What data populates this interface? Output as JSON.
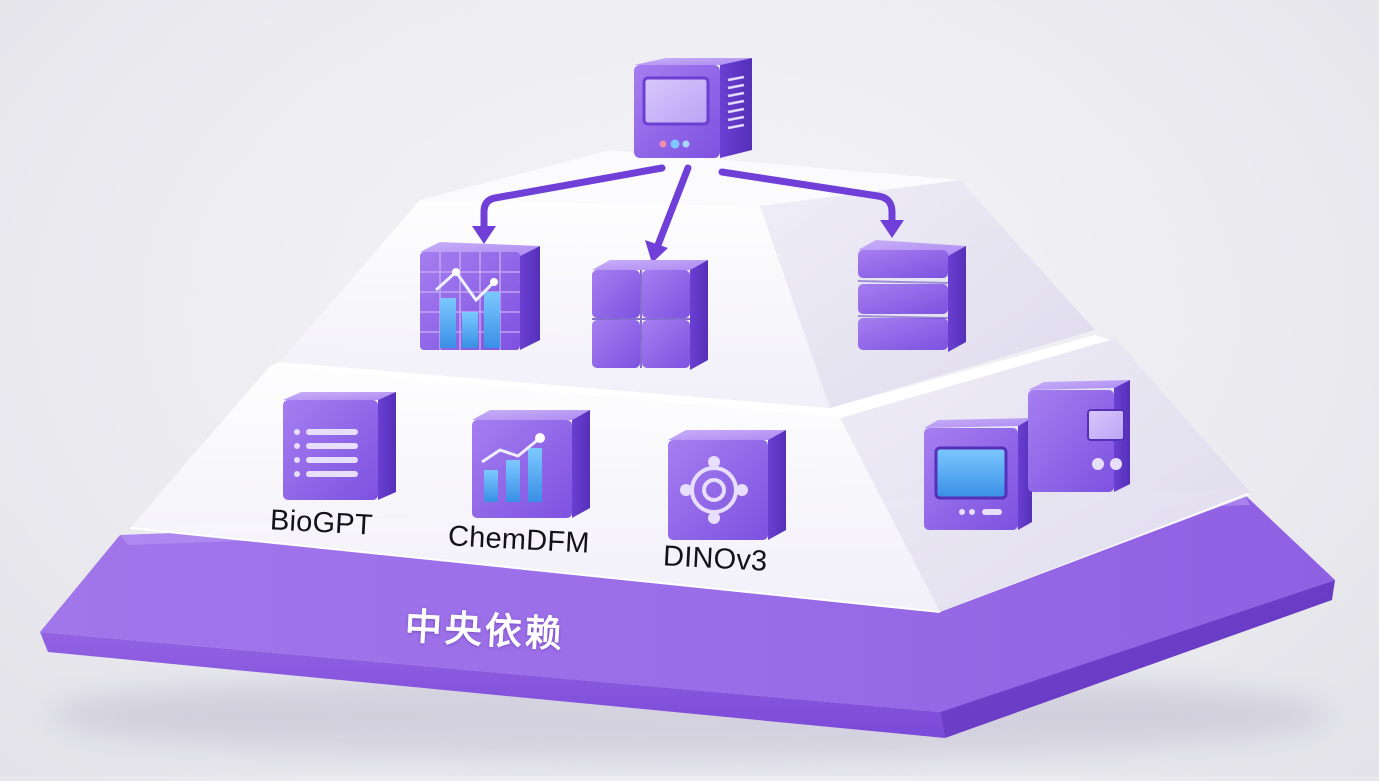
{
  "diagram": {
    "base_label": "中央依赖",
    "models": [
      {
        "name": "BioGPT"
      },
      {
        "name": "ChemDFM"
      },
      {
        "name": "DINOv3"
      }
    ],
    "top_node_icon": "monitor-server-icon",
    "middle_tier_icons": [
      "chart-grid-icon",
      "block-cluster-icon",
      "stacked-layers-icon"
    ],
    "bottom_tier_icons": [
      "list-document-icon",
      "bar-chart-icon",
      "hub-network-icon",
      "device-screen-icon",
      "device-panel-icon"
    ],
    "colors": {
      "accent": "#7a4fe0",
      "cube_light": "#a57ef0",
      "cube_dark": "#6a3fd2",
      "base_purple": "#8a5ae3",
      "arrow": "#6f3fd8",
      "bar_blue": "#4aa8f0"
    }
  }
}
